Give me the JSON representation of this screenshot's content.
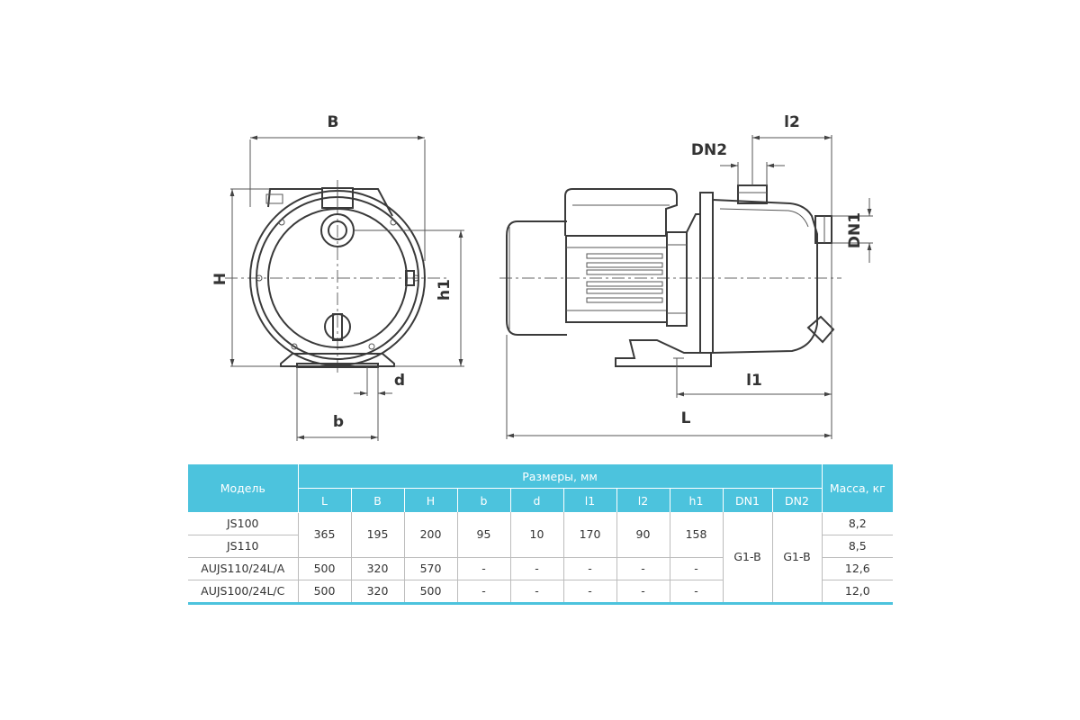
{
  "dimension_labels": {
    "B": "B",
    "H": "H",
    "h1": "h1",
    "b": "b",
    "d": "d",
    "DN2": "DN2",
    "DN1": "DN1",
    "l1": "l1",
    "l2": "l2",
    "L": "L"
  },
  "table": {
    "model_header": "Модель",
    "dimensions_header": "Размеры, мм",
    "mass_header": "Масса, кг",
    "columns": [
      "L",
      "B",
      "H",
      "b",
      "d",
      "l1",
      "l2",
      "h1",
      "DN1",
      "DN2"
    ],
    "rows": [
      {
        "model": "JS100",
        "L": "365",
        "B": "195",
        "H": "200",
        "b": "95",
        "d": "10",
        "l1": "170",
        "l2": "90",
        "h1": "158",
        "mass": "8,2"
      },
      {
        "model": "JS110",
        "mass": "8,5"
      },
      {
        "model": "AUJS110/24L/A",
        "L": "500",
        "B": "320",
        "H": "570",
        "b": "-",
        "d": "-",
        "l1": "-",
        "l2": "-",
        "h1": "-",
        "mass": "12,6"
      },
      {
        "model": "AUJS100/24L/C",
        "L": "500",
        "B": "320",
        "H": "500",
        "b": "-",
        "d": "-",
        "l1": "-",
        "l2": "-",
        "h1": "-",
        "mass": "12,0"
      }
    ],
    "shared": {
      "DN1": "G1-B",
      "DN2": "G1-B"
    }
  },
  "colors": {
    "header_bg": "#4cc3dd",
    "header_text": "#ffffff",
    "line": "#3a3a3a",
    "bottom_rule": "#4cc3dd"
  }
}
